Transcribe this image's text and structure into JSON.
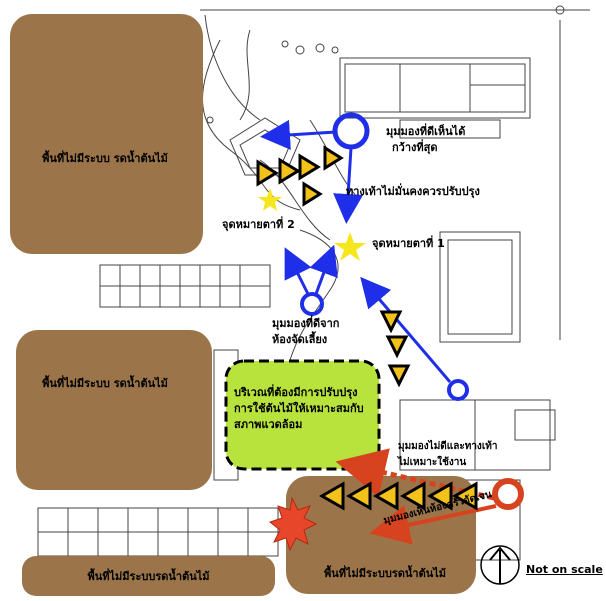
{
  "zones": {
    "top_left": "พื้นที่ไม่มีระบบ รดน้ำต้นไม้",
    "mid_left": "พื้นที่ไม่มีระบบ รดน้ำต้นไม้",
    "bottom_left": "พื้นที่ไม่มีระบบรดน้ำต้นไม้",
    "bottom_center": "พื้นที่ไม่มีระบบรดน้ำต้นไม้"
  },
  "labels": {
    "view_best_line1": "มุมมองที่ดีเห็นได้",
    "view_best_line2": "กว้างที่สุด",
    "walkway": "ทางเท้าไม่มั่นคงควรปรับปรุง",
    "point2": "จุดหมายตาที่ 2",
    "point1": "จุดหมายตาที่ 1",
    "view_cafeteria_line1": "มุมมองที่ดีจาก",
    "view_cafeteria_line2": "ห้องจัดเลี้ยง",
    "improve_line1": "บริเวณที่ต้องมีการปรับปรุง",
    "improve_line2": "การใช้ต้นไม้ให้เหมาะสมกับ",
    "improve_line3": "สภาพแวดล้อม",
    "view_good_path_line1": "มุมมองไม่ดีและทางเท้า",
    "view_good_path_line2": "ไม่เหมาะใช้งาน",
    "view_kitchen": "มุมมองเห็นห้องครัวจัดเจน"
  },
  "legend": {
    "not_on_scale": "Not on scale"
  },
  "colors": {
    "brown_zone": "#9b7549",
    "green_zone": "#b7e33c",
    "blue_arrow": "#1f2ee8",
    "red_arrow": "#d8431f",
    "star": "#f5e61e",
    "warning_fill": "#f2c21a"
  }
}
